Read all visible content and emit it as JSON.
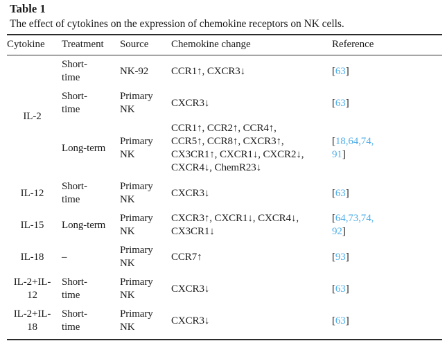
{
  "document": {
    "table_label": "Table 1",
    "caption": "The effect of cytokines on the expression of chemokine receptors on NK cells.",
    "link_color": "#4eaee8",
    "rule_color": "#2b2b2b"
  },
  "table": {
    "headers": {
      "cytokine": "Cytokine",
      "treatment": "Treatment",
      "source": "Source",
      "chemokine_change": "Chemokine change",
      "reference": "Reference"
    },
    "rows": [
      {
        "cytokine": "IL-2",
        "cytokine_rowspan": 3,
        "treatment": "Short-\ntime",
        "source": "NK-92",
        "chemokine_change": "CCR1↑, CXCR3↓",
        "reference_numbers": "63"
      },
      {
        "cytokine": "",
        "treatment": "Short-\ntime",
        "source": "Primary\nNK",
        "chemokine_change": "CXCR3↓",
        "reference_numbers": "63"
      },
      {
        "cytokine": "",
        "treatment": "Long-term",
        "source": "Primary\nNK",
        "chemokine_change": "CCR1↑, CCR2↑, CCR4↑,\nCCR5↑, CCR8↑, CXCR3↑,\nCX3CR1↑, CXCR1↓, CXCR2↓,\nCXCR4↓, ChemR23↓",
        "reference_numbers": "18,64,74,\n91"
      },
      {
        "cytokine": "IL-12",
        "treatment": "Short-\ntime",
        "source": "Primary\nNK",
        "chemokine_change": "CXCR3↓",
        "reference_numbers": "63"
      },
      {
        "cytokine": "IL-15",
        "treatment": "Long-term",
        "source": "Primary\nNK",
        "chemokine_change": "CXCR3↑, CXCR1↓, CXCR4↓,\nCX3CR1↓",
        "reference_numbers": "64,73,74,\n92"
      },
      {
        "cytokine": "IL-18",
        "treatment": "–",
        "source": "Primary\nNK",
        "chemokine_change": "CCR7↑",
        "reference_numbers": "93"
      },
      {
        "cytokine": "IL-2+IL-\n12",
        "treatment": "Short-\ntime",
        "source": "Primary\nNK",
        "chemokine_change": "CXCR3↓",
        "reference_numbers": "63"
      },
      {
        "cytokine": "IL-2+IL-\n18",
        "treatment": "Short-\ntime",
        "source": "Primary\nNK",
        "chemokine_change": "CXCR3↓",
        "reference_numbers": "63"
      }
    ]
  }
}
